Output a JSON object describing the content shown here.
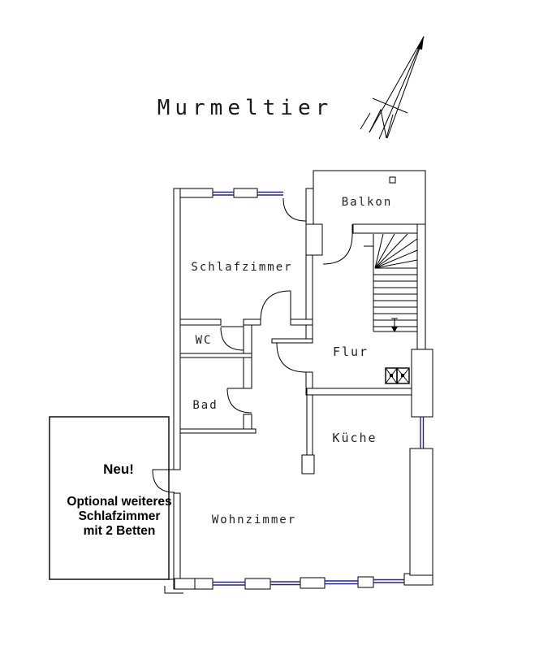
{
  "title": "Murmeltier",
  "rooms": {
    "balkon": "Balkon",
    "schlafzimmer": "Schlafzimmer",
    "wc": "WC",
    "bad": "Bad",
    "flur": "Flur",
    "kueche": "Küche",
    "wohnzimmer": "Wohnzimmer"
  },
  "annotation": {
    "headline": "Neu!",
    "line1": "Optional weiteres",
    "line2": "Schlafzimmer",
    "line3": "mit 2 Betten"
  },
  "colors": {
    "wall_line": "#000000",
    "window_line": "#22229a",
    "label_text": "#222222",
    "background": "#ffffff"
  }
}
